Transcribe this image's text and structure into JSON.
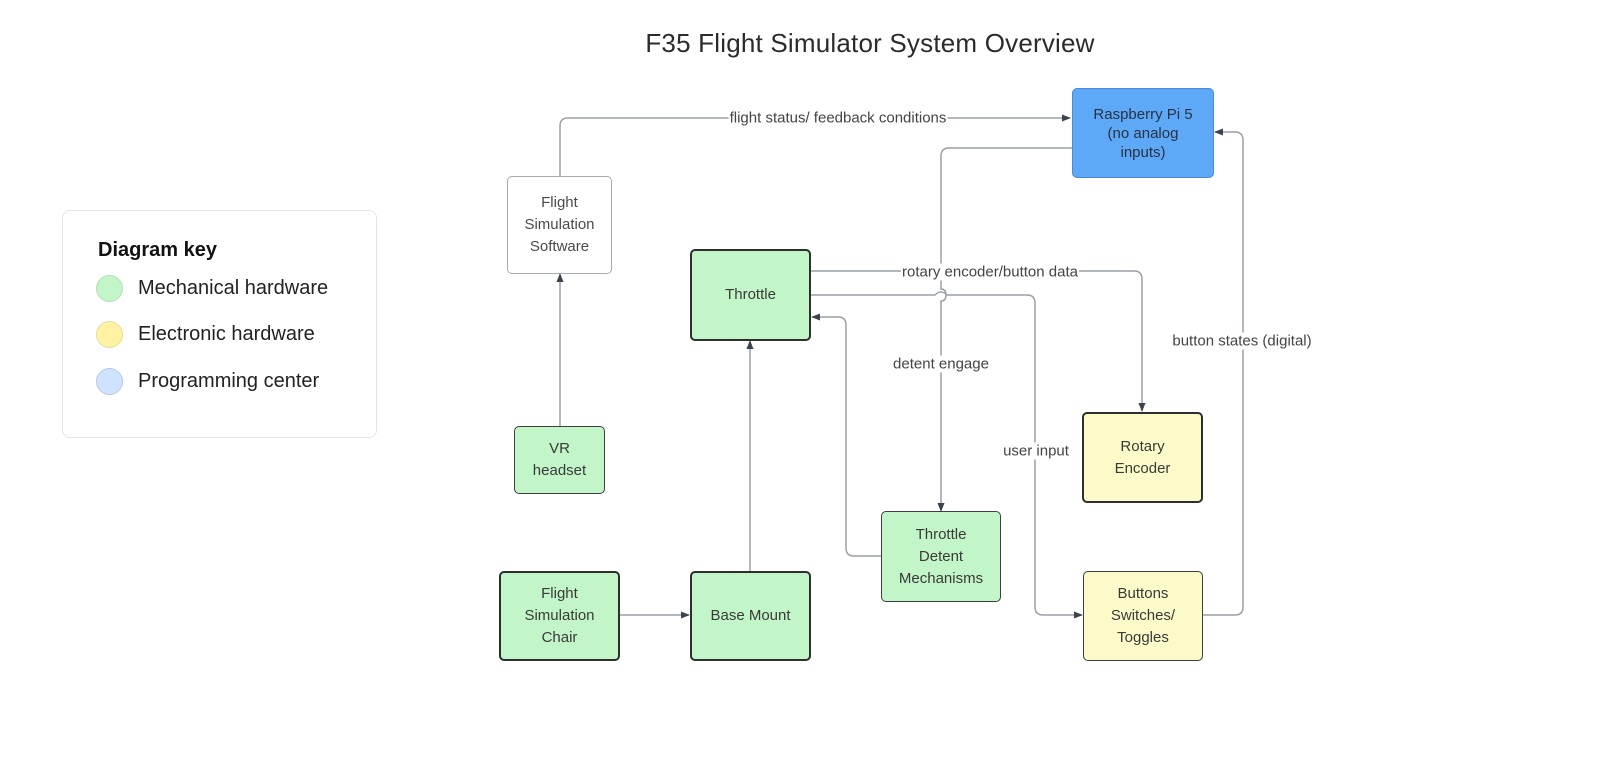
{
  "title": "F35 Flight Simulator System Overview",
  "legend": {
    "title": "Diagram key",
    "items": [
      {
        "label": "Mechanical hardware",
        "color": "#c2f5c7"
      },
      {
        "label": "Electronic hardware",
        "color": "#fff3a3"
      },
      {
        "label": "Programming center",
        "color": "#cfe2ff"
      }
    ]
  },
  "nodes": {
    "raspberry_pi": "Raspberry Pi 5\n(no analog\ninputs)",
    "flight_sim_software": "Flight\nSimulation\nSoftware",
    "throttle": "Throttle",
    "vr_headset": "VR\nheadset",
    "flight_sim_chair": "Flight\nSimulation\nChair",
    "base_mount": "Base Mount",
    "throttle_detent": "Throttle\nDetent\nMechanisms",
    "rotary_encoder": "Rotary\nEncoder",
    "buttons_switches": "Buttons\nSwitches/\nToggles"
  },
  "edges": [
    {
      "from": "flight_sim_software",
      "to": "raspberry_pi",
      "label": "flight status/ feedback conditions"
    },
    {
      "from": "raspberry_pi",
      "to": "throttle_detent",
      "label": "detent engage"
    },
    {
      "from": "throttle",
      "to": "rotary_encoder",
      "label": "rotary encoder/button data"
    },
    {
      "from": "throttle",
      "to": "buttons_switches",
      "label": "user input"
    },
    {
      "from": "buttons_switches",
      "to": "raspberry_pi",
      "label": "button states (digital)"
    },
    {
      "from": "throttle_detent",
      "to": "throttle",
      "label": ""
    },
    {
      "from": "base_mount",
      "to": "throttle",
      "label": ""
    },
    {
      "from": "vr_headset",
      "to": "flight_sim_software",
      "label": ""
    },
    {
      "from": "flight_sim_chair",
      "to": "base_mount",
      "label": ""
    }
  ]
}
